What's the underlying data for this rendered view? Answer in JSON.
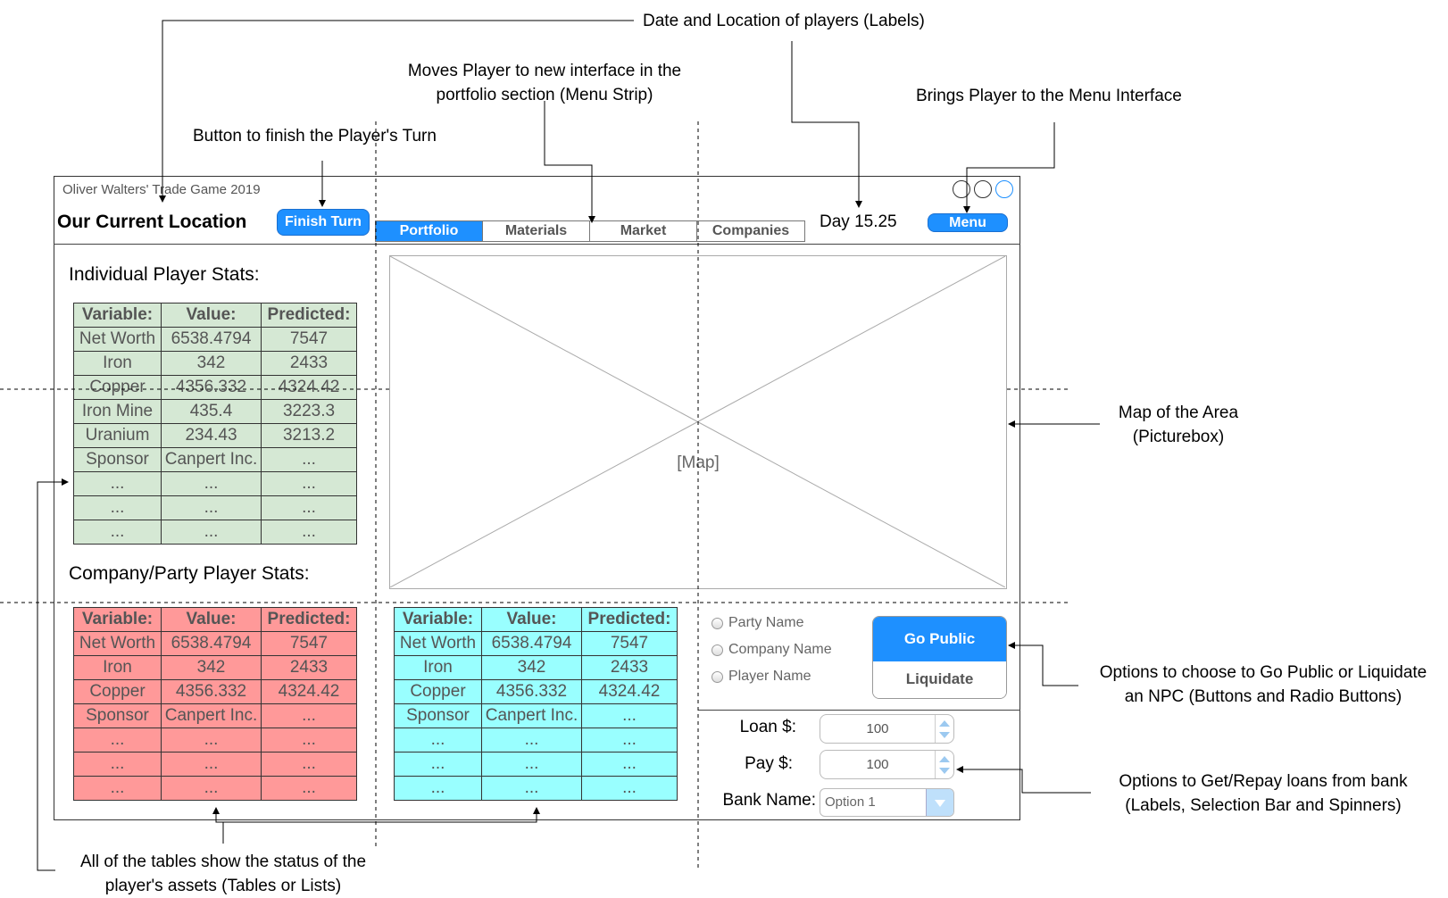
{
  "annotations": {
    "date_location": "Date and Location of players (Labels)",
    "menu_strip_line1": "Moves Player to new interface in the",
    "menu_strip_line2": "portfolio section (Menu Strip)",
    "menu_interface": "Brings Player to the Menu Interface",
    "finish_turn": "Button to finish the Player's Turn",
    "map_line1": "Map of the Area",
    "map_line2": "(Picturebox)",
    "go_public_line1": "Options to choose to Go Public or Liquidate",
    "go_public_line2": "an NPC (Buttons and Radio Buttons)",
    "loans_line1": "Options to Get/Repay loans from bank",
    "loans_line2": "(Labels, Selection Bar and Spinners)",
    "tables_line1": "All of the tables show the status of the",
    "tables_line2": "player's assets (Tables or Lists)"
  },
  "window": {
    "title": "Oliver Walters' Trade Game 2019",
    "location_title": "Our Current Location",
    "finish_turn_label": "Finish Turn",
    "day_label": "Day 15.25",
    "menu_label": "Menu"
  },
  "tabs": [
    {
      "label": "Portfolio",
      "active": true
    },
    {
      "label": "Materials",
      "active": false
    },
    {
      "label": "Market",
      "active": false
    },
    {
      "label": "Companies",
      "active": false
    }
  ],
  "individual": {
    "heading": "Individual Player Stats:",
    "headers": [
      "Variable:",
      "Value:",
      "Predicted:"
    ],
    "rows": [
      [
        "Net Worth",
        "6538.4794",
        "7547"
      ],
      [
        "Iron",
        "342",
        "2433"
      ],
      [
        "Copper",
        "4356.332",
        "4324.42"
      ],
      [
        "Iron Mine",
        "435.4",
        "3223.3"
      ],
      [
        "Uranium",
        "234.43",
        "3213.2"
      ],
      [
        "Sponsor",
        "Canpert Inc.",
        "..."
      ],
      [
        "...",
        "...",
        "..."
      ],
      [
        "...",
        "...",
        "..."
      ],
      [
        "...",
        "...",
        "..."
      ]
    ]
  },
  "company": {
    "heading": "Company/Party Player Stats:",
    "headers": [
      "Variable:",
      "Value:",
      "Predicted:"
    ],
    "rows": [
      [
        "Net Worth",
        "6538.4794",
        "7547"
      ],
      [
        "Iron",
        "342",
        "2433"
      ],
      [
        "Copper",
        "4356.332",
        "4324.42"
      ],
      [
        "Sponsor",
        "Canpert Inc.",
        "..."
      ],
      [
        "...",
        "...",
        "..."
      ],
      [
        "...",
        "...",
        "..."
      ],
      [
        "...",
        "...",
        "..."
      ]
    ]
  },
  "party": {
    "headers": [
      "Variable:",
      "Value:",
      "Predicted:"
    ],
    "rows": [
      [
        "Net Worth",
        "6538.4794",
        "7547"
      ],
      [
        "Iron",
        "342",
        "2433"
      ],
      [
        "Copper",
        "4356.332",
        "4324.42"
      ],
      [
        "Sponsor",
        "Canpert Inc.",
        "..."
      ],
      [
        "...",
        "...",
        "..."
      ],
      [
        "...",
        "...",
        "..."
      ],
      [
        "...",
        "...",
        "..."
      ]
    ]
  },
  "map": {
    "label": "[Map]"
  },
  "npc": {
    "radios": [
      "Party Name",
      "Company Name",
      "Player Name"
    ],
    "go_public_label": "Go Public",
    "liquidate_label": "Liquidate"
  },
  "bank": {
    "loan_label": "Loan $:",
    "loan_value": "100",
    "pay_label": "Pay $:",
    "pay_value": "100",
    "bank_name_label": "Bank Name:",
    "bank_selected": "Option 1"
  },
  "colors": {
    "accent": "#1e90ff",
    "green_table": "#d5e8d4",
    "red_table": "#ff9999",
    "cyan_table": "#99ffff"
  }
}
